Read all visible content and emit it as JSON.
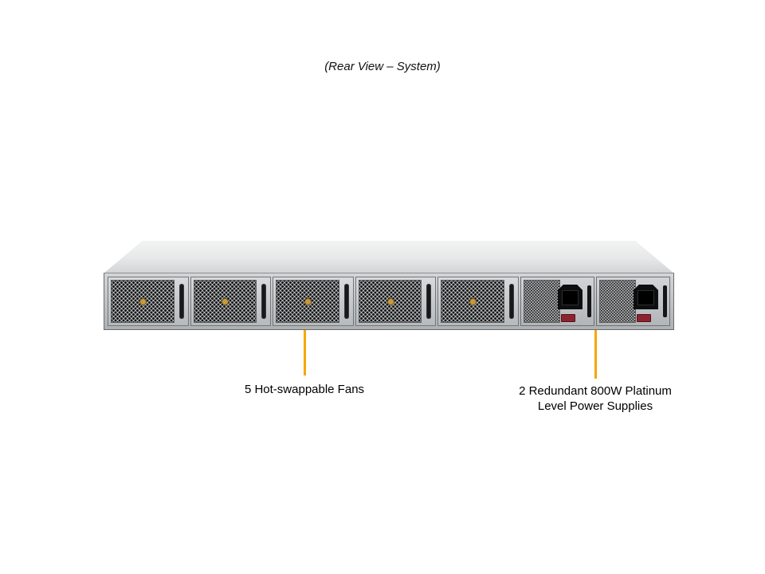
{
  "title": "(Rear View – System)",
  "chassis": {
    "fan_count": 5,
    "psu_count": 2
  },
  "callouts": {
    "fans": {
      "label": "5 Hot-swappable Fans"
    },
    "psu": {
      "line1": "2 Redundant 800W Platinum",
      "line2": "Level Power Supplies"
    }
  },
  "colors": {
    "leader_line": "#F5A800"
  }
}
